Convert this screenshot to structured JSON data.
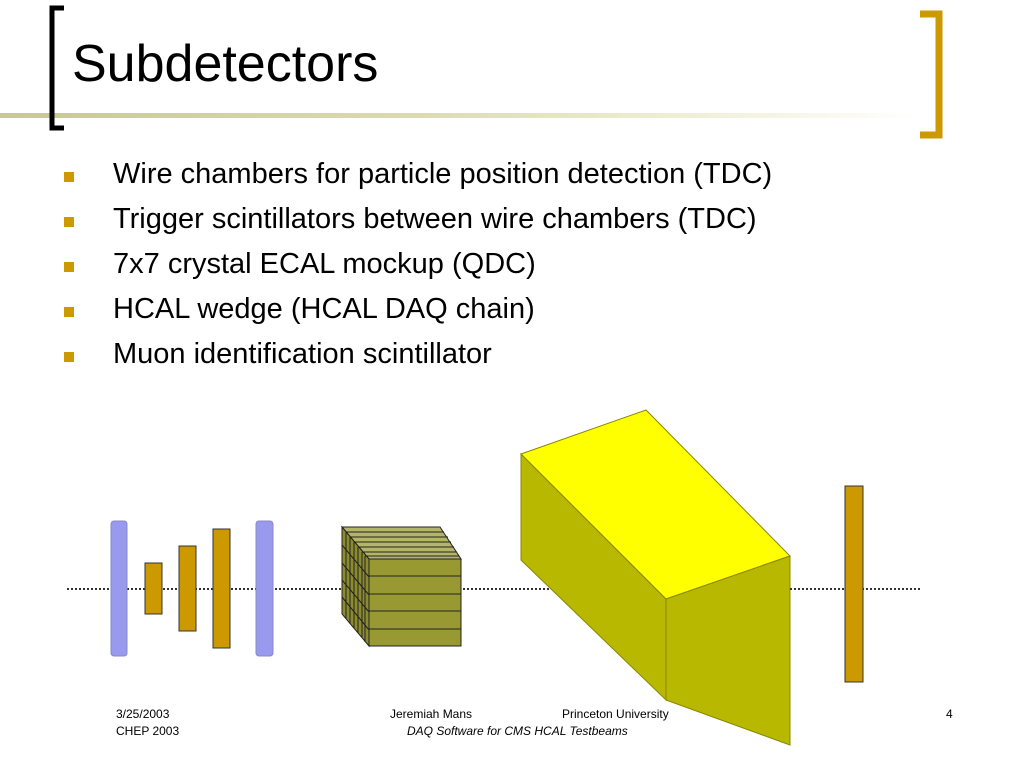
{
  "slide": {
    "title": "Subdetectors",
    "bullets": [
      "Wire chambers for particle position detection (TDC)",
      "Trigger scintillators between wire chambers (TDC)",
      "7x7 crystal ECAL mockup (QDC)",
      "HCAL wedge (HCAL DAQ chain)",
      "Muon identification scintillator"
    ],
    "footer": {
      "date": "3/25/2003",
      "conference": "CHEP 2003",
      "author": "Jeremiah Mans",
      "institution": "Princeton University",
      "subtitle": "DAQ Software for CMS HCAL Testbeams",
      "page": "4"
    }
  },
  "colors": {
    "accent_gold": "#cc9900",
    "wire_chamber": "#9999ee",
    "scintillator": "#cc9900",
    "ecal_crystal": "#999933",
    "hcal_front": "#ffff00",
    "hcal_side": "#b8b800"
  }
}
